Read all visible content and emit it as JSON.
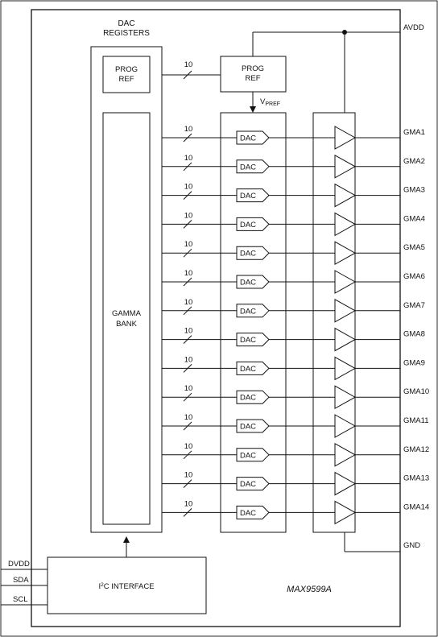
{
  "registers_label": [
    "DAC",
    "REGISTERS"
  ],
  "prog_ref_block": [
    "PROG",
    "REF"
  ],
  "prog_ref_source": [
    "PROG",
    "REF"
  ],
  "vpref": {
    "main": "V",
    "sub": "PREF"
  },
  "bus_width": "10",
  "gamma_bank": [
    "GAMMA",
    "BANK"
  ],
  "dac_label": "DAC",
  "outputs": [
    "GMA1",
    "GMA2",
    "GMA3",
    "GMA4",
    "GMA5",
    "GMA6",
    "GMA7",
    "GMA8",
    "GMA9",
    "GMA10",
    "GMA11",
    "GMA12",
    "GMA13",
    "GMA14"
  ],
  "avdd": "AVDD",
  "gnd": "GND",
  "interface": {
    "prefix": "I",
    "sup": "2",
    "suffix": "C INTERFACE"
  },
  "io_pins": [
    "DVDD",
    "SDA",
    "SCL"
  ],
  "part_number": "MAX9599A"
}
